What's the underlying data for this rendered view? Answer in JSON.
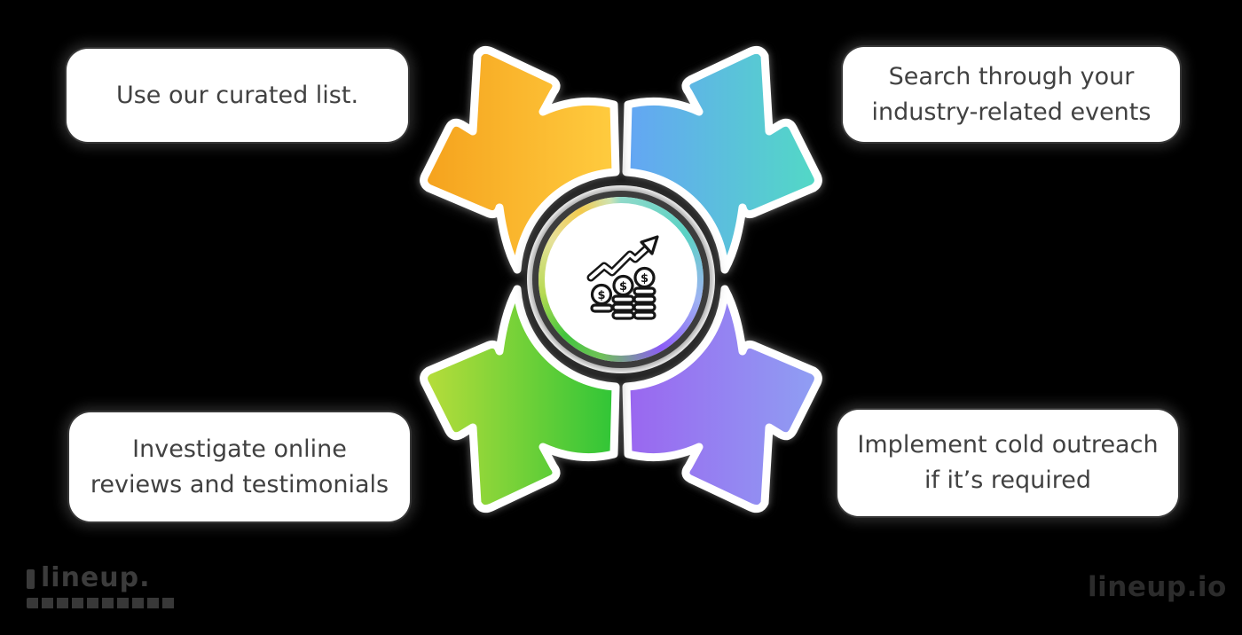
{
  "diagram": {
    "title_hint": "four-step lead-finding infographic",
    "cards": {
      "top_left": {
        "lines": [
          "Use our curated list."
        ]
      },
      "top_right": {
        "lines": [
          "Search through your",
          "industry-related events"
        ]
      },
      "bottom_left": {
        "lines": [
          "Investigate online",
          "reviews and testimonials"
        ]
      },
      "bottom_right": {
        "lines": [
          "Implement cold outreach",
          "if it’s required"
        ]
      }
    },
    "center": {
      "icon": "growth-chart-with-coin-stacks",
      "dollar": "$"
    },
    "arrow_colors": {
      "top_left": [
        "#F5A21D",
        "#FFCC3F"
      ],
      "top_right": [
        "#64A5F4",
        "#52D9C5"
      ],
      "bottom_left": [
        "#B8DD3A",
        "#2FC537"
      ],
      "bottom_right": [
        "#9A66F0",
        "#8F9FF3"
      ]
    },
    "background_color": "#000000",
    "card_color": "#FFFFFF",
    "text_color": "#414141"
  },
  "footer": {
    "left_logo": "lineup.",
    "right_logo": "lineup.io"
  }
}
